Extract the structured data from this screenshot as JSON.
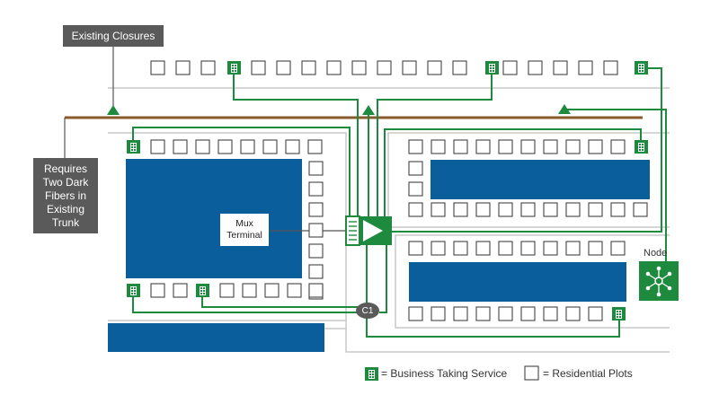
{
  "callouts": {
    "existing_closures": "Existing Closures",
    "trunk_requirement": "Requires\nTwo Dark\nFibers in\nExisting\nTrunk"
  },
  "labels": {
    "mux_terminal": "Mux\nTerminal",
    "node": "Node",
    "splice": "C1"
  },
  "legend": {
    "business": "= Business Taking Service",
    "residential": "= Residential Plots"
  },
  "colors": {
    "fiber_green": "#1e8a3e",
    "block_blue": "#0b5e9c",
    "trunk_brown": "#8b5a2b",
    "callout_gray": "#5a5a5a",
    "road_gray": "#bdbdbd",
    "plot_border": "#444444"
  },
  "icons": {
    "business": "building-icon",
    "residential": "plot-square-icon",
    "node": "network-node-icon",
    "mux": "mux-terminal-icon"
  }
}
